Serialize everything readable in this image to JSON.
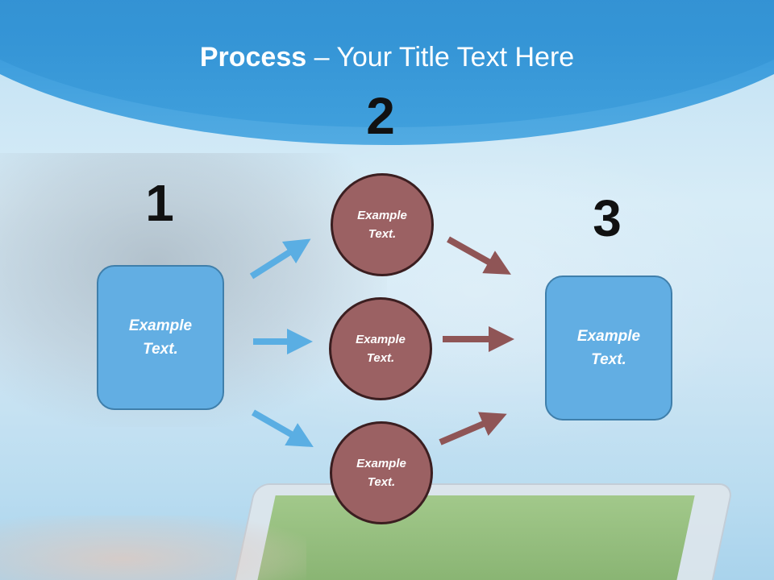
{
  "title": {
    "bold": "Process",
    "rest": " – Your Title Text Here"
  },
  "numbers": [
    "1",
    "2",
    "3"
  ],
  "left_box": {
    "text": "Example Text."
  },
  "right_box": {
    "text": "Example Text."
  },
  "circles": [
    {
      "text": "Example Text."
    },
    {
      "text": "Example Text."
    },
    {
      "text": "Example Text."
    }
  ],
  "colors": {
    "blue_box": "#62aee3",
    "circle": "#9b6163",
    "blue_arrow": "#5aaee3",
    "red_arrow": "#8f5556",
    "header": "#3595d6"
  }
}
